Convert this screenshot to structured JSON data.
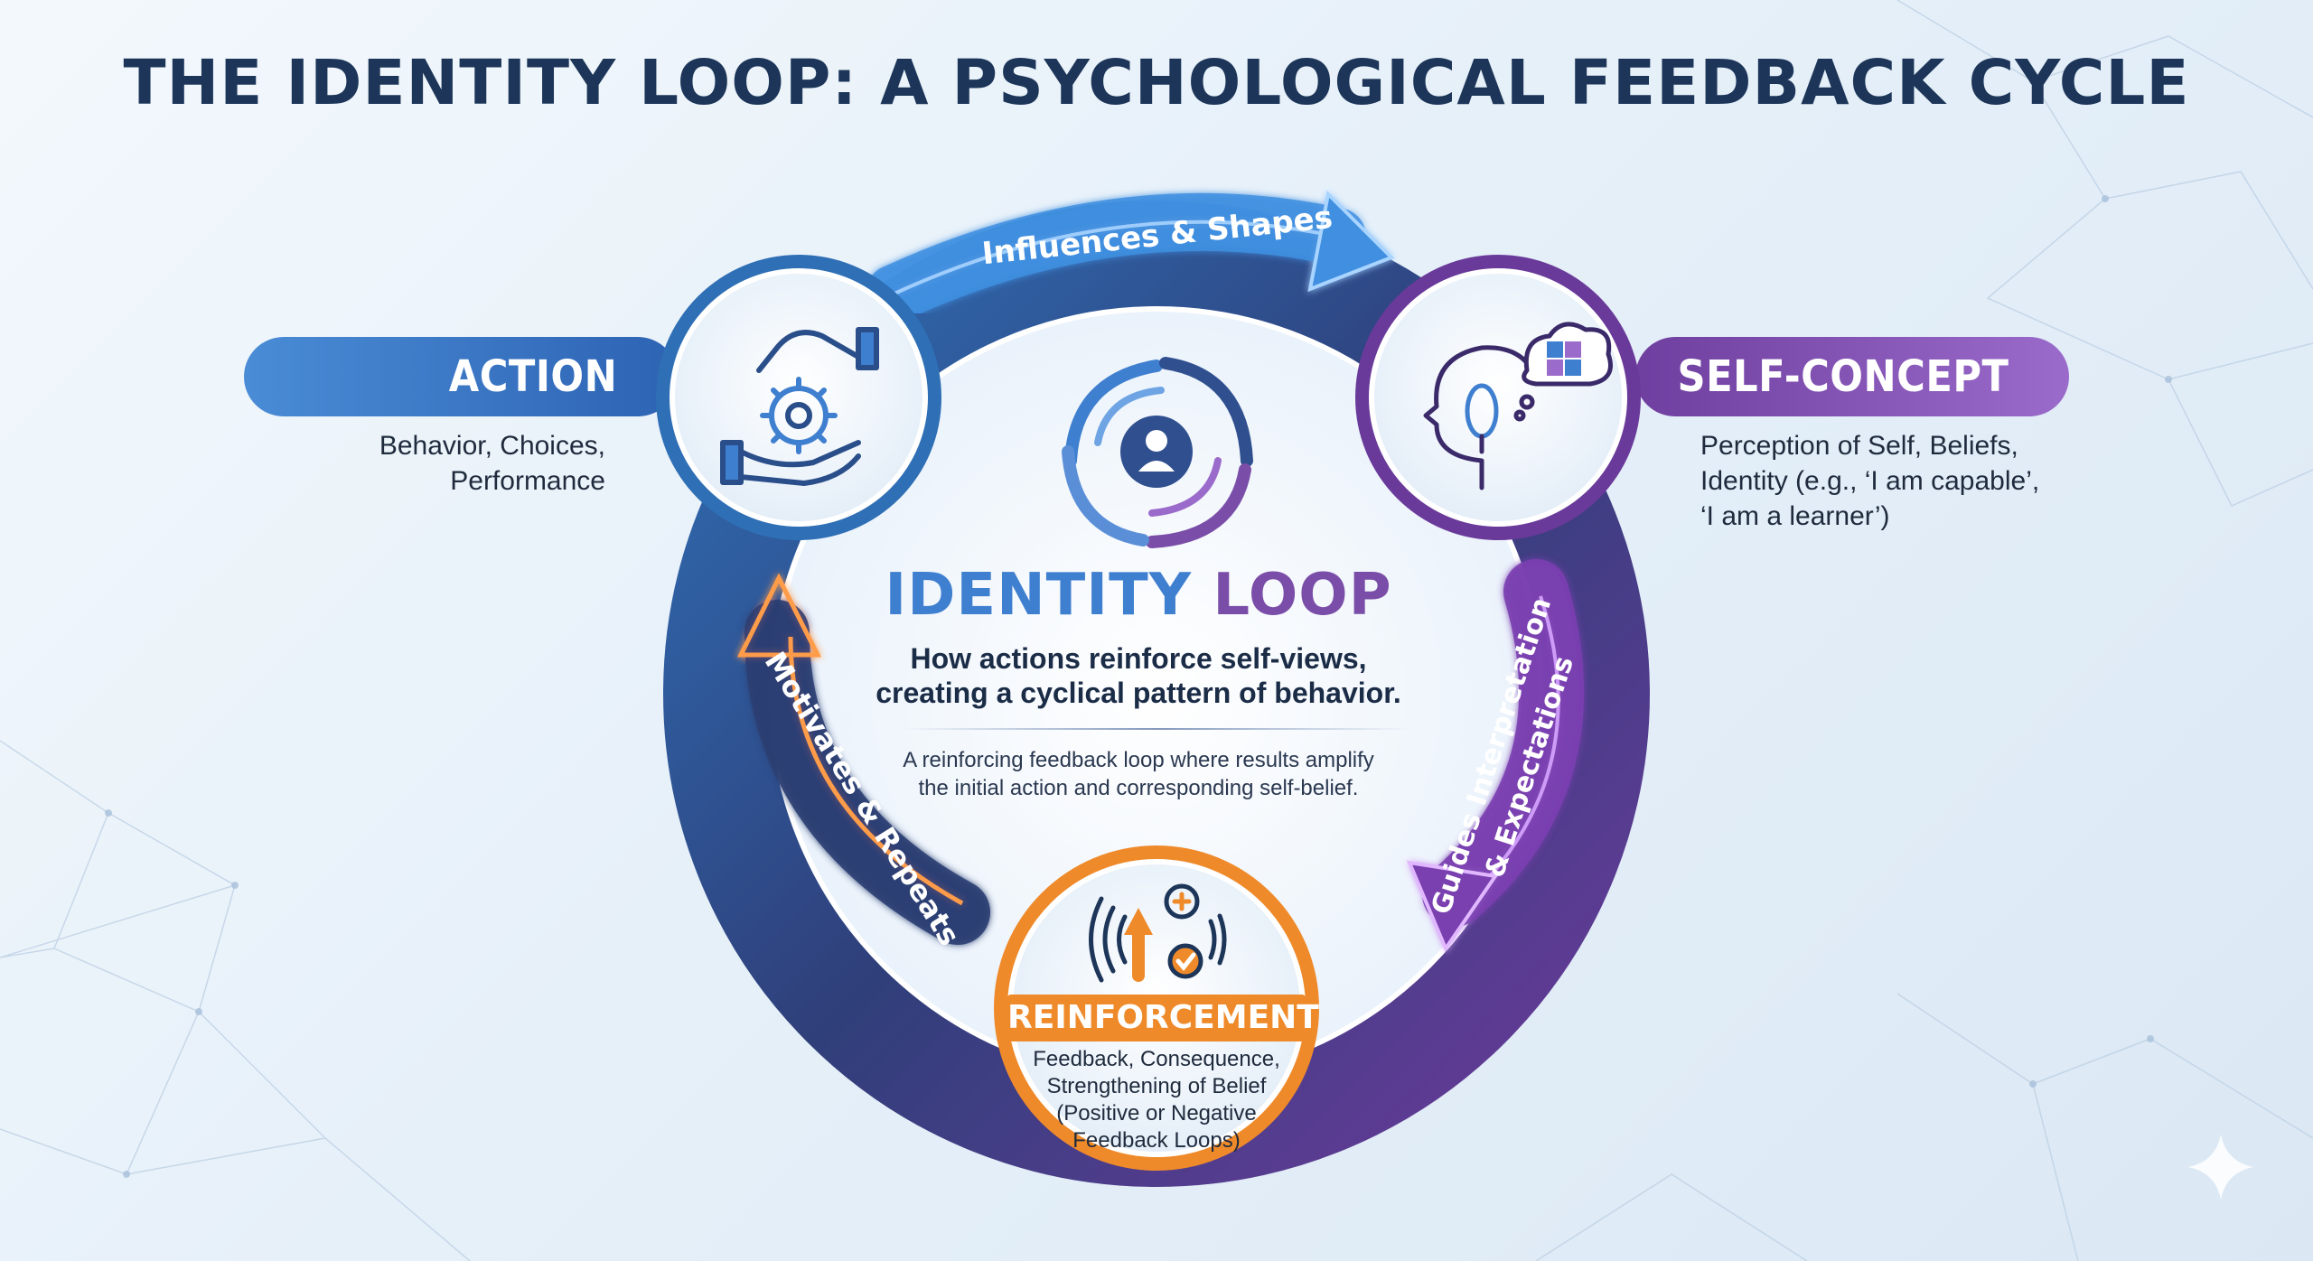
{
  "title": "THE IDENTITY LOOP: A PSYCHOLOGICAL FEEDBACK CYCLE",
  "nodes": {
    "action": {
      "label": "ACTION",
      "description_lines": [
        "Behavior, Choices,",
        "Performance"
      ],
      "icon": "hand-gear-icon"
    },
    "self_concept": {
      "label": "SELF-CONCEPT",
      "description_lines": [
        "Perception of Self, Beliefs,",
        "Identity (e.g., ‘I am capable’,",
        "‘I am a learner’)"
      ],
      "icon": "head-mirror-puzzle-icon"
    },
    "reinforcement": {
      "label": "REINFORCEMENT",
      "description_lines": [
        "Feedback, Consequence,",
        "Strengthening of Belief",
        "(Positive or Negative",
        "Feedback Loops)"
      ],
      "icon": "signal-arrow-check-icon"
    }
  },
  "arrows": {
    "top": "Influences & Shapes",
    "right_lines": [
      "Guides Interpretation",
      "& Expectations"
    ],
    "left": "Motivates & Repeats"
  },
  "center": {
    "title_part1": "IDENTITY",
    "title_part2": "LOOP",
    "subtitle_lines": [
      "How actions reinforce self-views,",
      "creating a cyclical pattern of behavior."
    ],
    "note_lines": [
      "A reinforcing feedback loop where results amplify",
      "the initial action and corresponding self-belief."
    ],
    "icon": "swirl-person-icon"
  },
  "colors": {
    "blue": "#3f7fcf",
    "navy": "#1c3558",
    "purple": "#7a4ea8",
    "orange": "#ef8a2a"
  }
}
